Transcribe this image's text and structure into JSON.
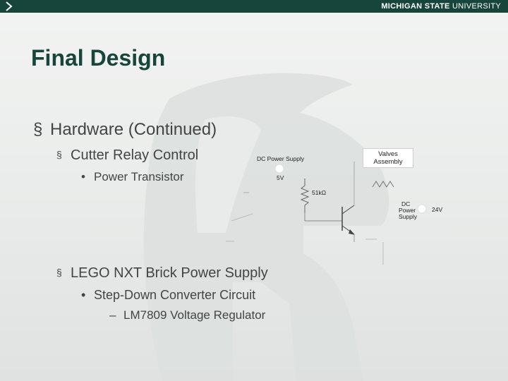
{
  "header": {
    "brand_bold": "MICHIGAN STATE",
    "brand_light": "UNIVERSITY",
    "bar_color": "#18453b",
    "icon": "chevron-right-icon"
  },
  "slide": {
    "title": "Final Design",
    "bullets": {
      "hardware": "Hardware (Continued)",
      "cutter": "Cutter Relay Control",
      "transistor": "Power Transistor",
      "lego": "LEGO NXT Brick Power Supply",
      "stepdown": "Step-Down Converter Circuit",
      "regulator": "LM7809 Voltage Regulator"
    },
    "markers": {
      "square": "§",
      "dot": "•",
      "dash": "–"
    }
  },
  "circuit": {
    "dc_supply_label": "DC Power Supply",
    "voltage_5": "5V",
    "resistor": "51kΩ",
    "valves_line1": "Valves",
    "valves_line2": "Assembly",
    "dc_label_line1": "DC",
    "dc_label_line2": "Power",
    "dc_label_line3": "Supply",
    "voltage_24": "24V"
  }
}
